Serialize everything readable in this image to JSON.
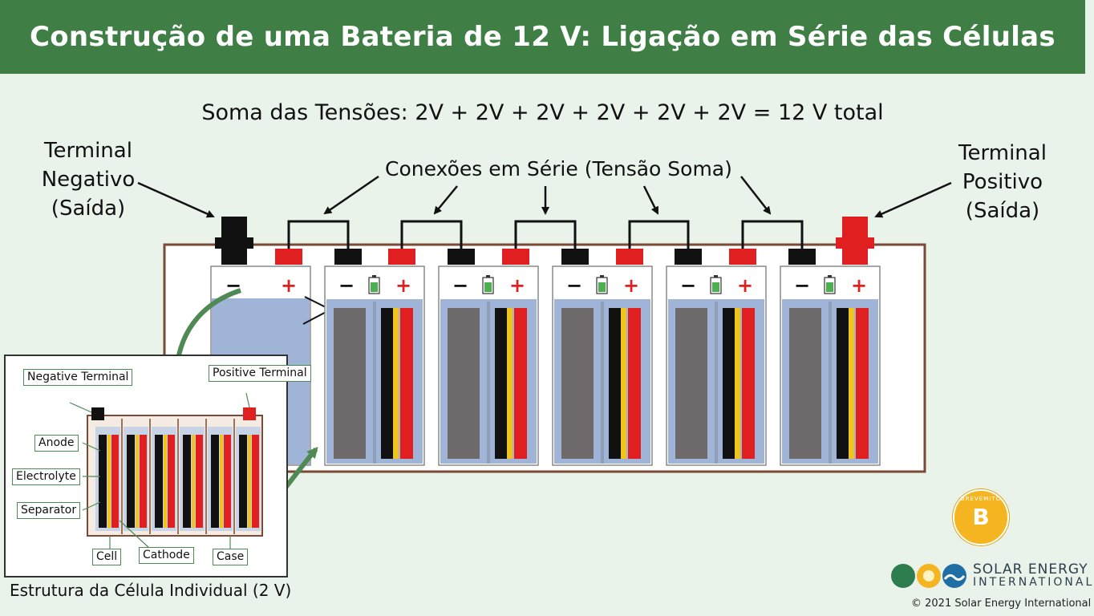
{
  "title": "Construção de uma Bateria de 12 V: Ligação em Série das Células",
  "voltage_sum": "Soma das Tensões: 2V + 2V + 2V + 2V + 2V + 2V = 12 V total",
  "series_label": "Conexões em Série (Tensão Soma)",
  "negative_terminal_label": "Terminal Negativo (Saída)",
  "positive_terminal_label": "Terminal Positivo (Saída)",
  "cell_signs": {
    "minus": "−",
    "plus": "+"
  },
  "inset": {
    "caption": "Estrutura da Célula Individual (2 V)",
    "labels": {
      "negative_terminal": "Negative Terminal",
      "positive_terminal": "Positive Terminal",
      "anode": "Anode",
      "electrolyte": "Electrolyte",
      "separator": "Separator",
      "cell": "Cell",
      "cathode": "Cathode",
      "case": "Case"
    }
  },
  "badge": {
    "letter": "B",
    "ring_text": "BREVEMITO"
  },
  "logo": {
    "name": "SOLAR ENERGY",
    "sub": "INTERNATIONAL",
    "icon": "solar-energy-logo-icon"
  },
  "copyright": "© 2021 Solar Energy International",
  "colors": {
    "header": "#3f7f46",
    "background": "#eaf3ea",
    "negative": "#111111",
    "positive": "#e02020",
    "electrolyte": "#9fb4d6",
    "arrow": "#4f8a55"
  }
}
